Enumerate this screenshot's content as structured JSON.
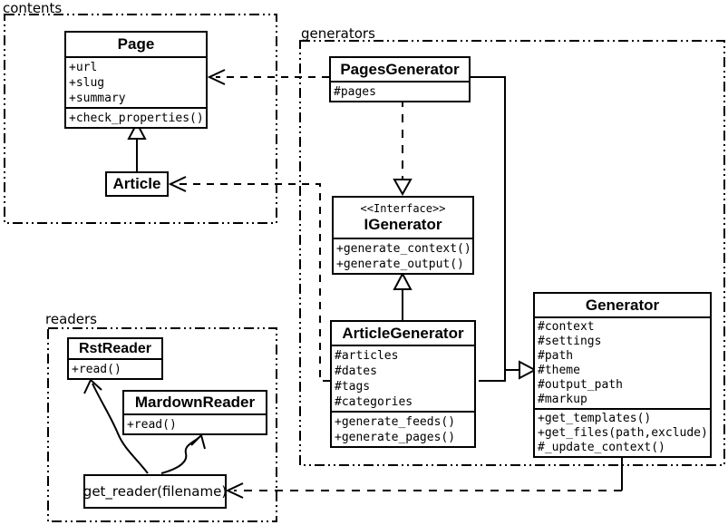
{
  "diagram_type": "uml-class-diagram",
  "colors": {
    "ink": "#000000",
    "paper": "#ffffff"
  },
  "packages": {
    "contents": {
      "label": "contents"
    },
    "generators": {
      "label": "generators"
    },
    "readers": {
      "label": "readers"
    }
  },
  "classes": {
    "page": {
      "name": "Page",
      "attributes": [
        "+url",
        "+slug",
        "+summary"
      ],
      "methods": [
        "+check_properties()"
      ]
    },
    "article": {
      "name": "Article"
    },
    "pages_generator": {
      "name": "PagesGenerator",
      "attributes": [
        "#pages"
      ]
    },
    "igenerator": {
      "stereotype": "<<Interface>>",
      "name": "IGenerator",
      "methods": [
        "+generate_context()",
        "+generate_output()"
      ]
    },
    "article_generator": {
      "name": "ArticleGenerator",
      "attributes": [
        "#articles",
        "#dates",
        "#tags",
        "#categories"
      ],
      "methods": [
        "+generate_feeds()",
        "+generate_pages()"
      ]
    },
    "generator": {
      "name": "Generator",
      "attributes": [
        "#context",
        "#settings",
        "#path",
        "#theme",
        "#output_path",
        "#markup"
      ],
      "methods": [
        "+get_templates()",
        "+get_files(path,exclude)",
        "#_update_context()"
      ]
    },
    "rst_reader": {
      "name": "RstReader",
      "methods": [
        "+read()"
      ]
    },
    "markdown_reader": {
      "name": "MardownReader",
      "methods": [
        "+read()"
      ]
    },
    "get_reader": {
      "label": "get_reader(filename)"
    }
  },
  "relations": {
    "article_extends_page": "generalization",
    "pagesgenerator_uses_page": "dependency",
    "pagesgenerator_implements_igenerator": "realization",
    "articlegenerator_implements_igenerator": "realization",
    "pagesgenerator_extends_generator": "generalization",
    "articlegenerator_extends_generator": "generalization",
    "articlegenerator_uses_article": "dependency",
    "generator_uses_get_reader": "dependency",
    "get_reader_returns_rstreader": "association",
    "get_reader_returns_markdownreader": "association"
  }
}
